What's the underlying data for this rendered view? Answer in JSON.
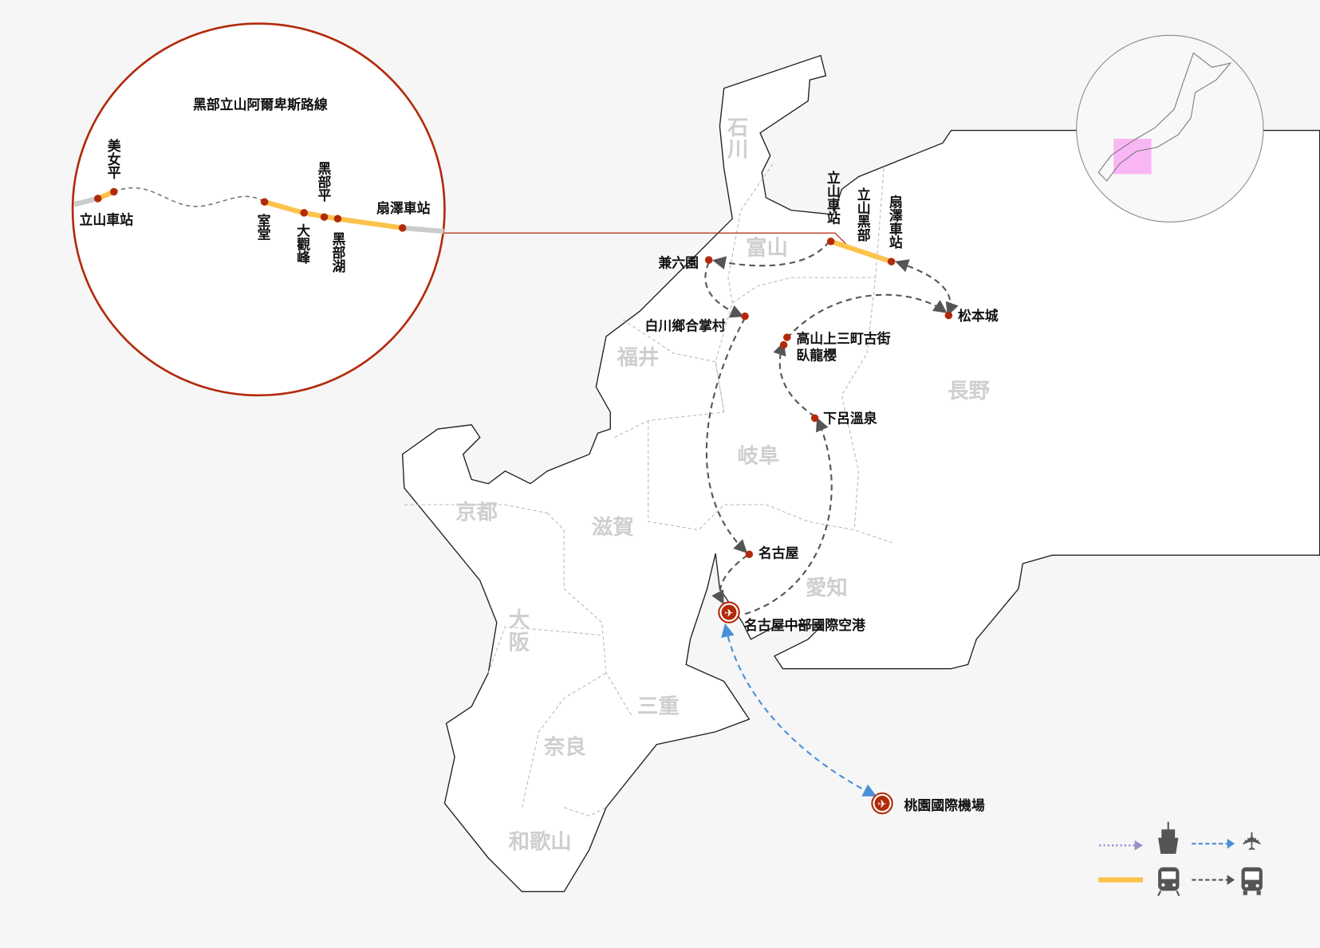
{
  "inset": {
    "title": "黑部立山阿爾卑斯路線",
    "stations": {
      "tateyama": "立山車站",
      "bijodaira": "美女平",
      "murodo": "室堂",
      "daikanbo": "大觀峰",
      "kurobedaira": "黑部平",
      "kurobeko": "黑部湖",
      "ogizawa": "扇澤車站"
    }
  },
  "prefectures": [
    "石川",
    "富山",
    "福井",
    "岐阜",
    "長野",
    "京都",
    "滋賀",
    "愛知",
    "大阪",
    "三重",
    "奈良",
    "和歌山"
  ],
  "places": {
    "tateyama": "立山車站",
    "tateyama_kurobe": "立山黑部",
    "ogizawa": "扇澤車站",
    "kenrokuen": "兼六園",
    "shirakawa": "白川鄉合掌村",
    "matsumoto": "松本城",
    "takayama_1": "高山上三町古街",
    "takayama_2": "臥龍櫻",
    "gero": "下呂溫泉",
    "nagoya": "名古屋",
    "chubu_airport": "名古屋中部國際空港",
    "taoyuan_airport": "桃園國際機場"
  },
  "colors": {
    "rail": "#fcc24c",
    "accent": "#b22a0a",
    "flight": "#4a90d9",
    "ship": "#9b8fd0",
    "bus": "#555555",
    "highlight": "#f9b6f4"
  },
  "legend": [
    {
      "icon": "ship-icon",
      "line": "dotted-purple"
    },
    {
      "icon": "plane-icon",
      "line": "dashed-blue"
    },
    {
      "icon": "train-icon",
      "line": "solid-yellow"
    },
    {
      "icon": "bus-icon",
      "line": "dashed-gray"
    }
  ]
}
